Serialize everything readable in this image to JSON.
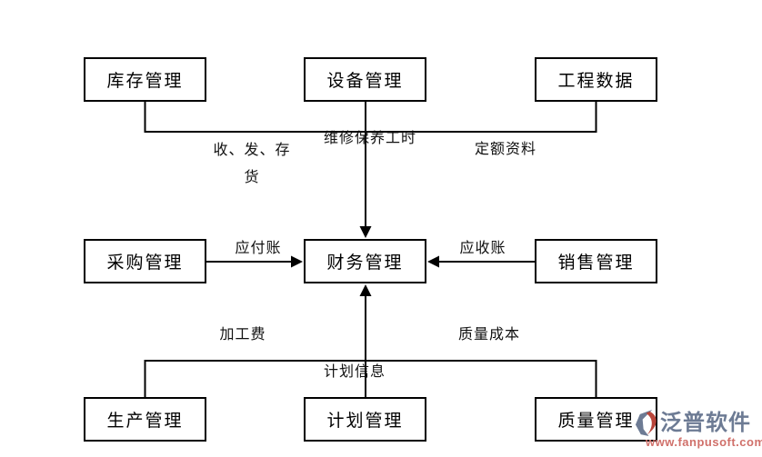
{
  "diagram": {
    "nodes": {
      "inventory": {
        "label": "库存管理"
      },
      "equipment": {
        "label": "设备管理"
      },
      "engineering": {
        "label": "工程数据"
      },
      "purchase": {
        "label": "采购管理"
      },
      "finance": {
        "label": "财务管理"
      },
      "sales": {
        "label": "销售管理"
      },
      "production": {
        "label": "生产管理"
      },
      "planning": {
        "label": "计划管理"
      },
      "quality": {
        "label": "质量管理"
      }
    },
    "edges": {
      "stock_flow": {
        "line1": "收、发、存",
        "line2": "货"
      },
      "maintenance_hours": {
        "label": "维修保养工时"
      },
      "quota_data": {
        "label": "定额资料"
      },
      "accounts_payable": {
        "label": "应付账"
      },
      "accounts_receivable": {
        "label": "应收账"
      },
      "processing_fee": {
        "label": "加工费"
      },
      "quality_cost": {
        "label": "质量成本"
      },
      "plan_info": {
        "label": "计划信息"
      }
    },
    "line_color": "#000000"
  },
  "logo": {
    "name": "泛普软件",
    "url": "www.fanpusoft.com",
    "accent_red": "#b9453a",
    "accent_slate": "#6d7b94"
  }
}
